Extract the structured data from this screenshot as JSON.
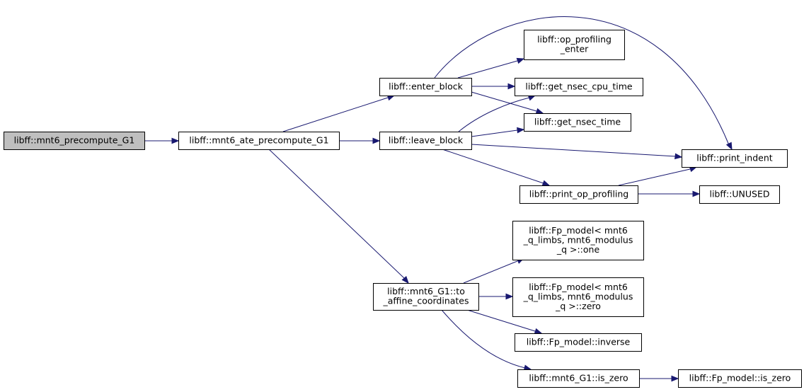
{
  "nodes": {
    "mnt6_precompute_G1": {
      "lines": [
        "libff::mnt6_precompute_G1"
      ]
    },
    "mnt6_ate_precompute_G1": {
      "lines": [
        "libff::mnt6_ate_precompute_G1"
      ]
    },
    "enter_block": {
      "lines": [
        "libff::enter_block"
      ]
    },
    "leave_block": {
      "lines": [
        "libff::leave_block"
      ]
    },
    "to_affine_coordinates": {
      "lines": [
        "libff::mnt6_G1::to",
        "_affine_coordinates"
      ]
    },
    "op_profiling_enter": {
      "lines": [
        "libff::op_profiling",
        "_enter"
      ]
    },
    "get_nsec_cpu_time": {
      "lines": [
        "libff::get_nsec_cpu_time"
      ]
    },
    "get_nsec_time": {
      "lines": [
        "libff::get_nsec_time"
      ]
    },
    "print_indent": {
      "lines": [
        "libff::print_indent"
      ]
    },
    "print_op_profiling": {
      "lines": [
        "libff::print_op_profiling"
      ]
    },
    "UNUSED": {
      "lines": [
        "libff::UNUSED"
      ]
    },
    "fp_one": {
      "lines": [
        "libff::Fp_model< mnt6",
        "_q_limbs, mnt6_modulus",
        "_q >::one"
      ]
    },
    "fp_zero": {
      "lines": [
        "libff::Fp_model< mnt6",
        "_q_limbs, mnt6_modulus",
        "_q >::zero"
      ]
    },
    "fp_inverse": {
      "lines": [
        "libff::Fp_model::inverse"
      ]
    },
    "g1_is_zero": {
      "lines": [
        "libff::mnt6_G1::is_zero"
      ]
    },
    "fp_is_zero": {
      "lines": [
        "libff::Fp_model::is_zero"
      ]
    }
  },
  "edges": [
    [
      "mnt6_precompute_G1",
      "mnt6_ate_precompute_G1"
    ],
    [
      "mnt6_ate_precompute_G1",
      "enter_block"
    ],
    [
      "mnt6_ate_precompute_G1",
      "leave_block"
    ],
    [
      "mnt6_ate_precompute_G1",
      "to_affine_coordinates"
    ],
    [
      "enter_block",
      "op_profiling_enter"
    ],
    [
      "enter_block",
      "get_nsec_cpu_time"
    ],
    [
      "enter_block",
      "get_nsec_time"
    ],
    [
      "enter_block",
      "print_indent"
    ],
    [
      "leave_block",
      "get_nsec_cpu_time"
    ],
    [
      "leave_block",
      "get_nsec_time"
    ],
    [
      "leave_block",
      "print_indent"
    ],
    [
      "leave_block",
      "print_op_profiling"
    ],
    [
      "print_op_profiling",
      "print_indent"
    ],
    [
      "print_op_profiling",
      "UNUSED"
    ],
    [
      "to_affine_coordinates",
      "fp_one"
    ],
    [
      "to_affine_coordinates",
      "fp_zero"
    ],
    [
      "to_affine_coordinates",
      "fp_inverse"
    ],
    [
      "to_affine_coordinates",
      "g1_is_zero"
    ],
    [
      "g1_is_zero",
      "fp_is_zero"
    ]
  ],
  "colors": {
    "edge": "#191970",
    "node_border": "#000000",
    "root_fill": "#bfbfbf",
    "node_fill": "#ffffff"
  }
}
